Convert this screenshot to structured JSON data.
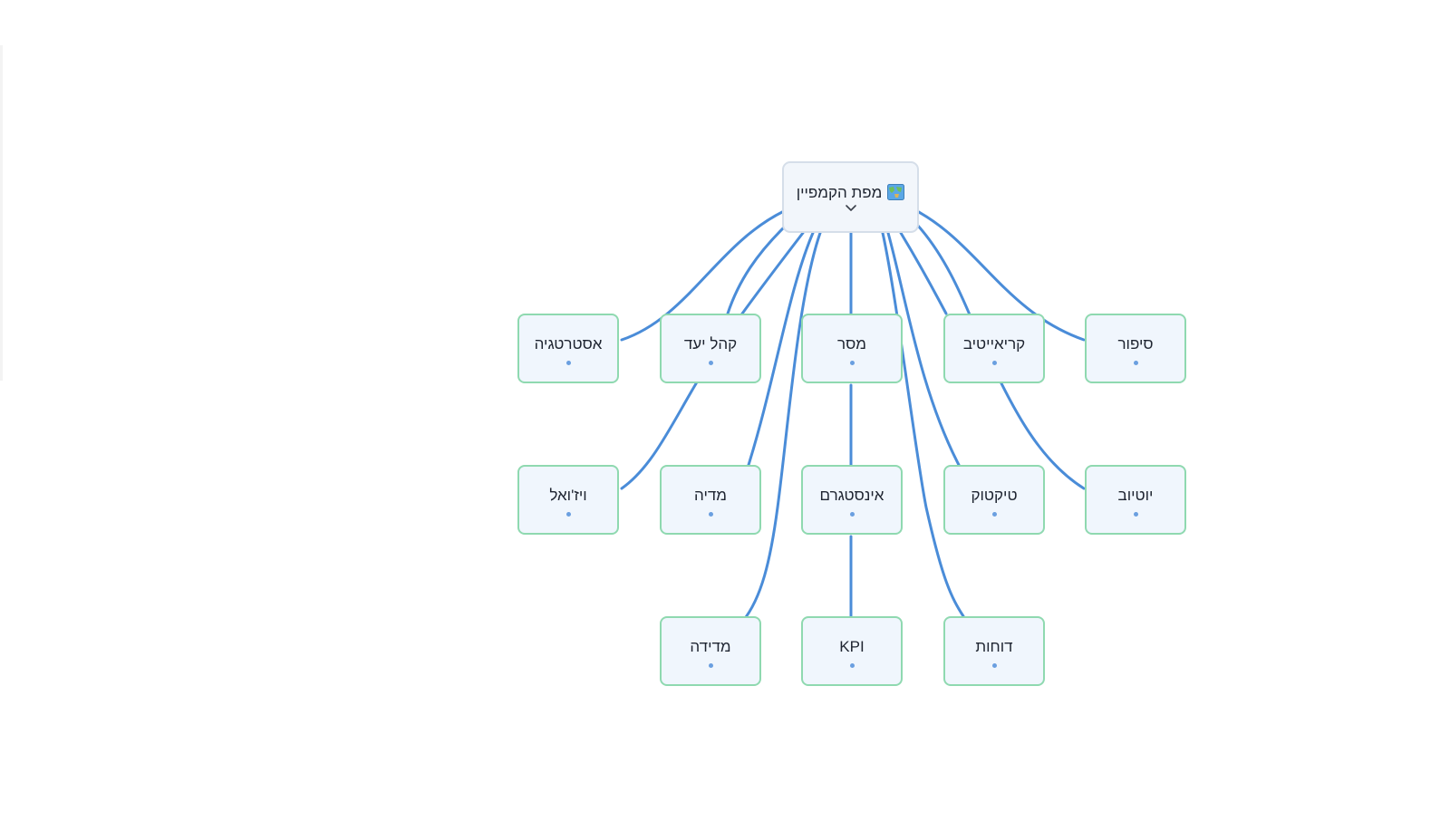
{
  "root": {
    "title": "מפת הקמפיין",
    "icon": "world-map-icon",
    "toggle_icon": "chevron-down-icon"
  },
  "colors": {
    "edge": "#4a8cd8",
    "node_fill": "#f0f6fd",
    "node_border": "#8fd9b0",
    "root_border": "#d5dee9",
    "dot": "#6a9fe0"
  },
  "nodes": [
    {
      "id": "strategy",
      "label": "אסטרטגיה"
    },
    {
      "id": "audience",
      "label": "קהל יעד"
    },
    {
      "id": "message",
      "label": "מסר"
    },
    {
      "id": "creative",
      "label": "קריאייטיב"
    },
    {
      "id": "story",
      "label": "סיפור"
    },
    {
      "id": "visual",
      "label": "ויז'ואל"
    },
    {
      "id": "media",
      "label": "מדיה"
    },
    {
      "id": "instagram",
      "label": "אינסטגרם"
    },
    {
      "id": "tiktok",
      "label": "טיקטוק"
    },
    {
      "id": "youtube",
      "label": "יוטיוב"
    },
    {
      "id": "measurement",
      "label": "מדידה"
    },
    {
      "id": "kpi",
      "label": "KPI"
    },
    {
      "id": "reports",
      "label": "דוחות"
    }
  ]
}
